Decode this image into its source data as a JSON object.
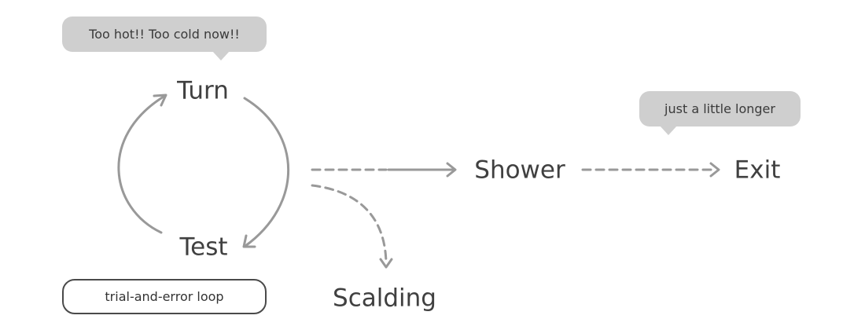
{
  "nodes": {
    "turn": "Turn",
    "test": "Test",
    "shower": "Shower",
    "exit": "Exit",
    "scalding": "Scalding"
  },
  "bubbles": {
    "turn_note": "Too hot!! Too cold now!!",
    "exit_note": "just a little longer"
  },
  "loop_label": "trial-and-error loop",
  "colors": {
    "arrow": "#999999",
    "node_text": "#404040",
    "bubble_fill": "#cfcfcf",
    "label_border": "#4a4a4a"
  }
}
